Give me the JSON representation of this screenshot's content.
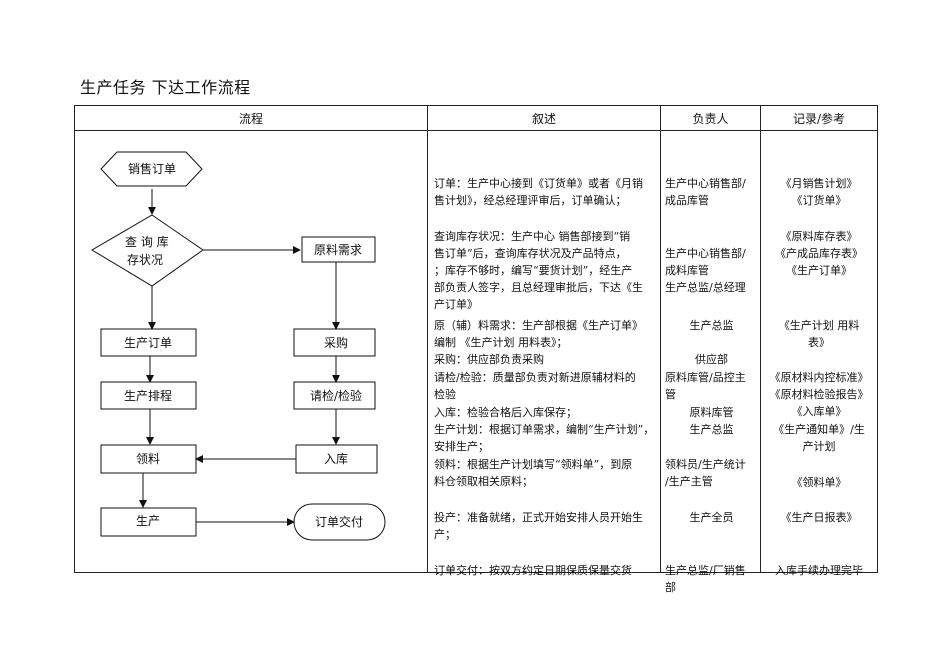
{
  "title": "生产任务 下达工作流程",
  "headers": {
    "flow": "流程",
    "desc": "叙述",
    "owner": "负责人",
    "ref": "记录/参考"
  },
  "flow": {
    "sales_order": "销售订单",
    "check_line1": "查 询 库",
    "check_line2": "存状况",
    "material_req": "原料需求",
    "prod_order": "生产订单",
    "purchase": "采购",
    "prod_schedule": "生产排程",
    "inspect": "请检/检验",
    "pick": "领料",
    "inbound": "入库",
    "produce": "生产",
    "delivery": "订单交付"
  },
  "desc": [
    [
      "订单：生产中心接到《订货单》或者《月销",
      "售计划》，经总经理评审后，订单确认；"
    ],
    [
      "查询库存状况：生产中心 销售部接到“销",
      "售订单”后，查询库存状况及产品特点，",
      "；库存不够时，编写“要货计划”，经生产",
      "部负责人签字，且总经理审批后，下达《生",
      "产订单》"
    ],
    [
      "原（辅）料需求：生产部根据《生产订单》",
      "编制 《生产计划 用料表》；"
    ],
    [
      "采购：供应部负责采购"
    ],
    [
      "请检/检验：质量部负责对新进原辅材料的",
      "检验"
    ],
    [
      "入库：检验合格后入库保存；"
    ],
    [
      "生产计划：根据订单需求，编制“生产计划”，",
      "安排生产；"
    ],
    [
      "领料：根据生产计划填写“领料单”，到原",
      "料仓领取相关原料；"
    ],
    [
      "投产：准备就绪，正式开始安排人员开始生",
      "产；"
    ],
    [
      "订单交付：按双方约定日期保质保量交货"
    ]
  ],
  "owner": [
    [
      "生产中心销售部/",
      "成品库管"
    ],
    [
      "生产中心销售部/",
      "成料库管",
      "生产总监/总经理"
    ],
    [
      "生产总监"
    ],
    [
      "供应部"
    ],
    [
      "原料库管/品控主",
      "管"
    ],
    [
      "原料库管"
    ],
    [
      "生产总监"
    ],
    [
      "领料员/生产统计",
      "/生产主管"
    ],
    [
      "生产全员"
    ],
    [
      "生产总监/厂销售",
      "部"
    ]
  ],
  "ref": [
    [
      "《月销售计划》",
      "《订货单》"
    ],
    [
      "《原料库存表》",
      "《产成品库存表》",
      "《生产订单》"
    ],
    [
      "《生产计划 用料",
      "表》"
    ],
    [
      "《原材料内控标准》",
      "《原材料检验报告》",
      "《入库单》"
    ],
    [
      "《生产通知单》/生",
      "产计划"
    ],
    [
      "《领料单》"
    ],
    [
      "《生产日报表》"
    ],
    [
      "入库手续办理完毕"
    ]
  ]
}
